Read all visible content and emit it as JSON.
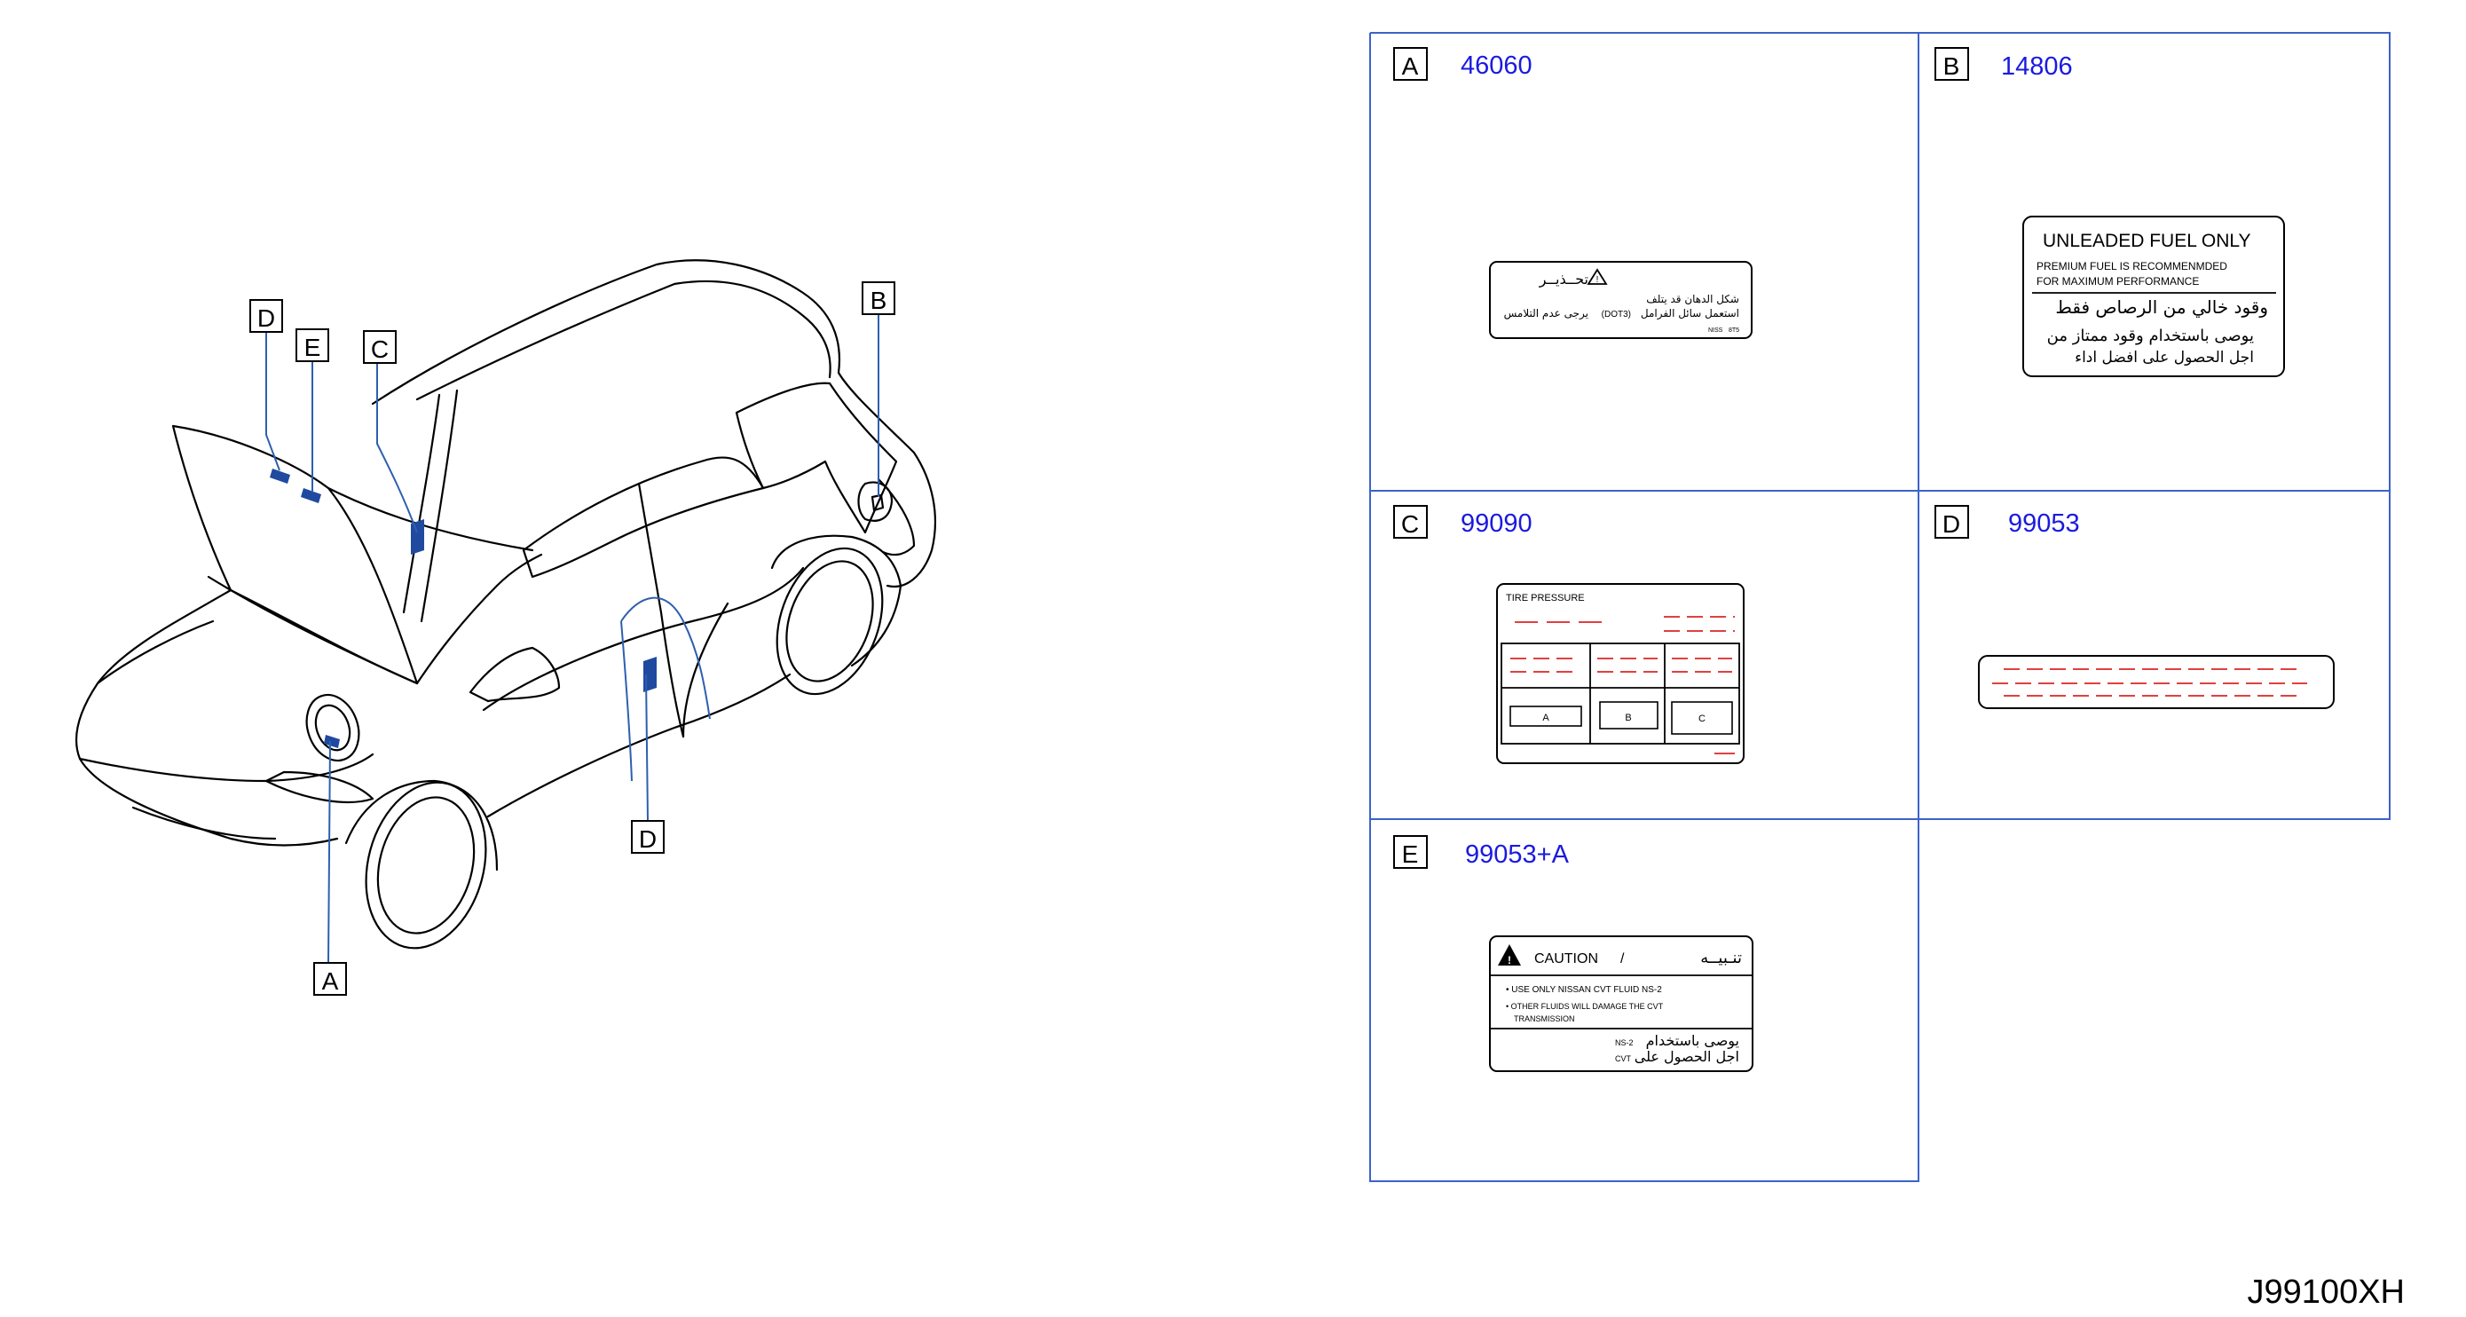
{
  "drawing": {
    "diagram_id": "J99100XH",
    "callouts": [
      "D",
      "E",
      "C",
      "B",
      "D",
      "A"
    ]
  },
  "panels": [
    {
      "letter": "A",
      "part_no": "46060",
      "label": {
        "title_ar": "تحــذيــر",
        "line1_ar": "شكل الدهان قد يتلف",
        "line2_ar": "استعمل سائل الفرامل",
        "dot": "(DOT3)",
        "line3_ar": "يرجى عدم التلامس",
        "code1": "NISS",
        "code2": "8T5"
      }
    },
    {
      "letter": "B",
      "part_no": "14806",
      "label": {
        "title": "UNLEADED  FUEL  ONLY",
        "line1": "PREMIUM    FUEL    IS    RECOMMENMDED",
        "line2": "FOR    MAXIMUM     PERFORMANCE",
        "ar1": "وقود خالي من الرصاص فقط",
        "ar2": "يوصى باستخدام وقود ممتاز من",
        "ar3": "اجل الحصول على افضل اداء"
      }
    },
    {
      "letter": "C",
      "part_no": "99090",
      "label": {
        "title": "TIRE     PRESSURE",
        "col_a": "A",
        "col_b": "B",
        "col_c": "C"
      }
    },
    {
      "letter": "D",
      "part_no": "99053"
    },
    {
      "letter": "E",
      "part_no": "99053+A",
      "label": {
        "caution": "CAUTION",
        "slash": "/",
        "caution_ar": "تنـبيــه",
        "bullet1": "• USE     ONLY     NISSAN     CVT     FLUID    NS-2",
        "bullet2": "• OTHER    FLUIDS    WILL    DAMAGE    THE    CVT",
        "bullet2b": "TRANSMISSION",
        "ar1": "يوصى باستخدام",
        "ar2": "اجل الحصول على",
        "ns2": "NS-2",
        "cvt": "CVT"
      }
    }
  ]
}
